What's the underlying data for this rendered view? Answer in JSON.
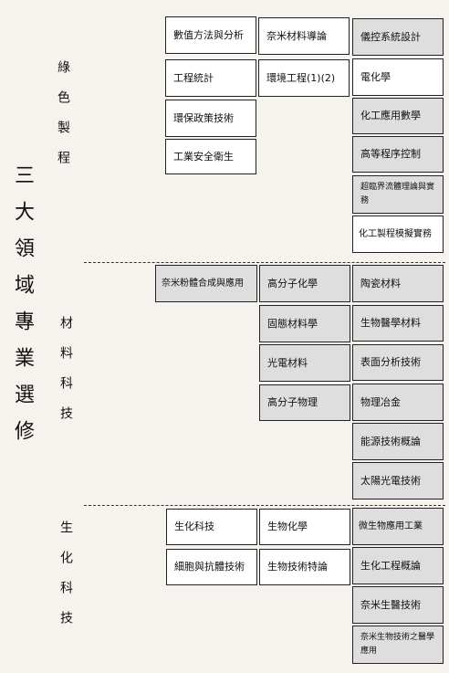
{
  "main_title": "三大領域專業選修",
  "sections": [
    {
      "label": "綠色製程"
    },
    {
      "label": "材料科技"
    },
    {
      "label": "生化科技"
    }
  ],
  "courses": {
    "green": [
      "數值方法與分析",
      "奈米材料導論",
      "儀控系統設計",
      "工程統計",
      "環境工程(1)(2)",
      "電化學",
      "環保政策技術",
      "化工應用數學",
      "工業安全衛生",
      "高等程序控制",
      "超臨界流體理論與實務",
      "化工製程模擬實務"
    ],
    "material": [
      "奈米粉體合成與應用",
      "高分子化學",
      "陶瓷材料",
      "固態材料學",
      "生物醫學材料",
      "光電材料",
      "表面分析技術",
      "高分子物理",
      "物理冶金",
      "能源技術概論",
      "太陽光電技術"
    ],
    "bio": [
      "生化科技",
      "生物化學",
      "微生物應用工業",
      "細胞與抗體技術",
      "生物技術特論",
      "生化工程概論",
      "奈米生醫技術",
      "奈米生物技術之醫學應用"
    ]
  }
}
